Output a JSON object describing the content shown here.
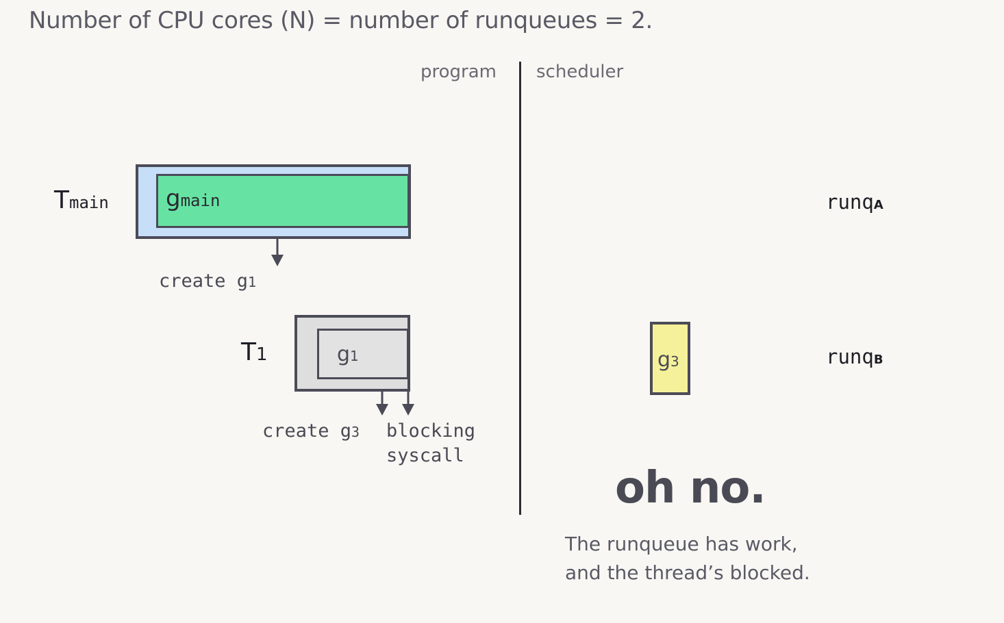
{
  "title": "Number of CPU cores (N) = number of runqueues = 2.",
  "columns": {
    "program": "program",
    "scheduler": "scheduler"
  },
  "threads": {
    "main": {
      "letter": "T",
      "sub": "main"
    },
    "t1": {
      "letter": "T",
      "sub": "1"
    }
  },
  "goroutines": {
    "gmain": {
      "letter": "g",
      "sub": "main"
    },
    "g1": {
      "letter": "g",
      "sub": "1"
    },
    "g3": {
      "letter": "g",
      "sub": "3"
    }
  },
  "actions": {
    "create_g1": {
      "text": "create g",
      "sub": "1"
    },
    "create_g3": {
      "text": "create g",
      "sub": "3"
    },
    "blocking_line1": "blocking",
    "blocking_line2": "syscall"
  },
  "runqueues": {
    "a": {
      "text": "runq",
      "sub": "A"
    },
    "b": {
      "text": "runq",
      "sub": "B"
    }
  },
  "exclamation": "oh no.",
  "caption": {
    "line1": "The runqueue has work,",
    "line2": "and the thread’s blocked."
  },
  "colors": {
    "thread_main_bg": "#c6def8",
    "gmain_bg": "#66e3a3",
    "thread_t1_bg": "#dedede",
    "g1_bg": "#e2e2e2",
    "g3_bg": "#f5f19a",
    "border": "#4b4b58",
    "divider": "#2c2c34"
  },
  "icons": [
    "arrow-down-icon"
  ]
}
